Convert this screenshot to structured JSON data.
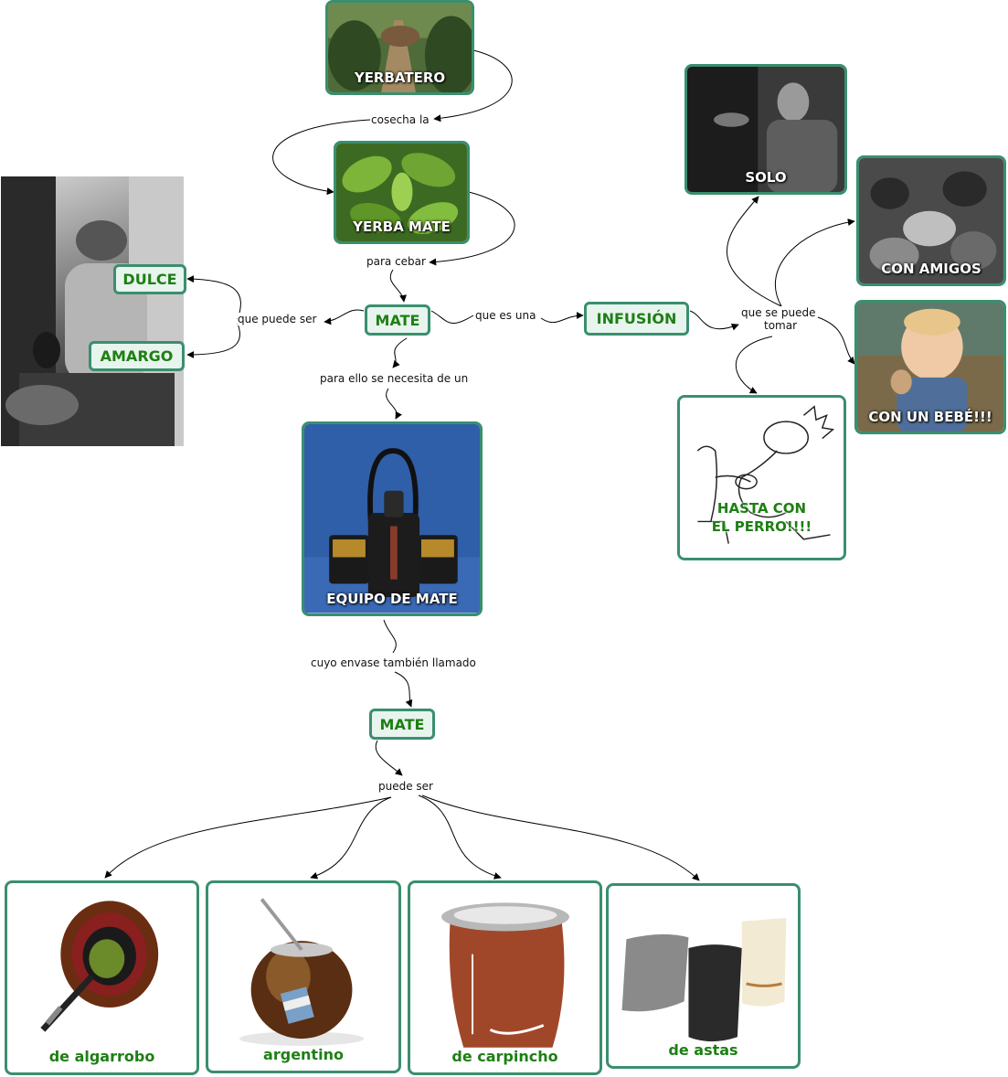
{
  "concepts": {
    "yerbatero": "YERBATERO",
    "yerba_mate": "YERBA MATE",
    "mate_top": "MATE",
    "dulce": "DULCE",
    "amargo": "AMARGO",
    "infusion": "INFUSIÓN",
    "solo": "SOLO",
    "con_amigos": "CON AMIGOS",
    "con_bebe": "CON UN BEBÉ!!!",
    "hasta_perro_1": "HASTA CON",
    "hasta_perro_2": "EL PERRO!!!!",
    "equipo": "EQUIPO DE MATE",
    "mate_bottom": "MATE",
    "algarrobo": "de algarrobo",
    "argentino": "argentino",
    "carpincho": "de carpincho",
    "astas": "de astas"
  },
  "links": {
    "cosecha": "cosecha la",
    "para_cebar": "para cebar",
    "puede_ser_top": "que puede ser",
    "es_una": "que es una",
    "se_puede_1": "que se puede",
    "se_puede_2": "tomar",
    "necesita": "para ello se necesita de un",
    "cuyo_envase": "cuyo envase también llamado",
    "puede_ser": "puede ser"
  },
  "colors": {
    "border": "#3a8f6e",
    "pill_fill": "#e8f4ee",
    "label_green": "#1e7f14",
    "arrow": "#000000"
  }
}
